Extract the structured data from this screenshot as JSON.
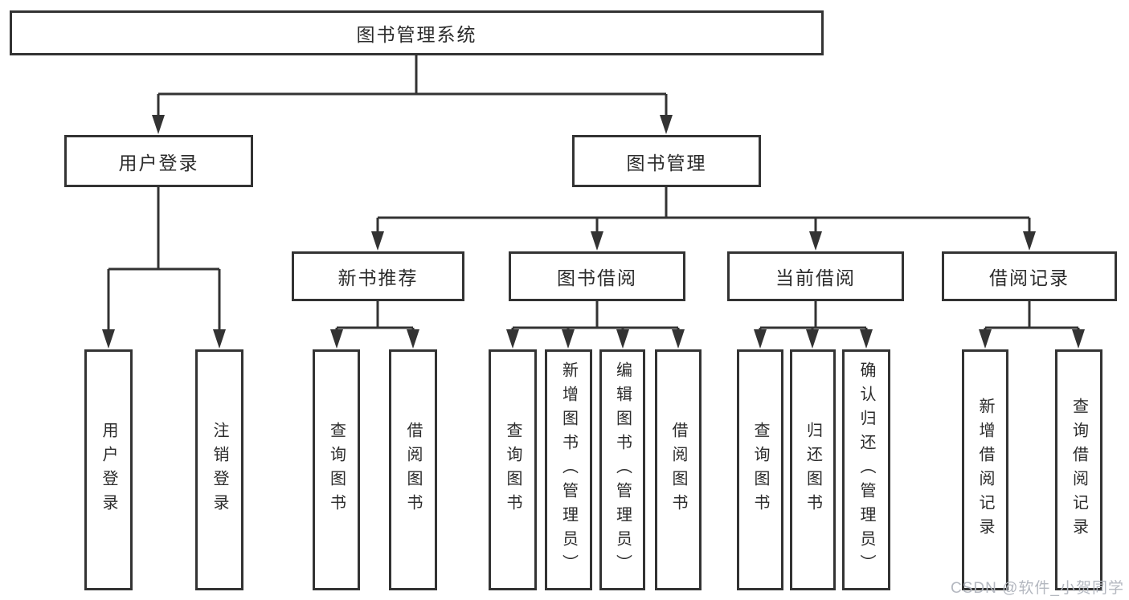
{
  "tree": {
    "root": {
      "label": "图书管理系统",
      "children": [
        {
          "label": "用户登录",
          "children": [
            {
              "label": "用户登录"
            },
            {
              "label": "注销登录"
            }
          ]
        },
        {
          "label": "图书管理",
          "children": [
            {
              "label": "新书推荐",
              "children": [
                {
                  "label": "查询图书"
                },
                {
                  "label": "借阅图书"
                }
              ]
            },
            {
              "label": "图书借阅",
              "children": [
                {
                  "label": "查询图书"
                },
                {
                  "label": "新增图书（管理员）"
                },
                {
                  "label": "编辑图书（管理员）"
                },
                {
                  "label": "借阅图书"
                }
              ]
            },
            {
              "label": "当前借阅",
              "children": [
                {
                  "label": "查询图书"
                },
                {
                  "label": "归还图书"
                },
                {
                  "label": "确认归还（管理员）"
                }
              ]
            },
            {
              "label": "借阅记录",
              "children": [
                {
                  "label": "新增借阅记录"
                },
                {
                  "label": "查询借阅记录"
                }
              ]
            }
          ]
        }
      ]
    }
  },
  "watermark": {
    "text": "CSDN @软件_小贺同学"
  },
  "colors": {
    "line": "#333333",
    "box_border": "#333333",
    "box_fill": "#ffffff",
    "text": "#2b2b2b",
    "watermark": "#b4b8c0",
    "background": "#ffffff"
  }
}
